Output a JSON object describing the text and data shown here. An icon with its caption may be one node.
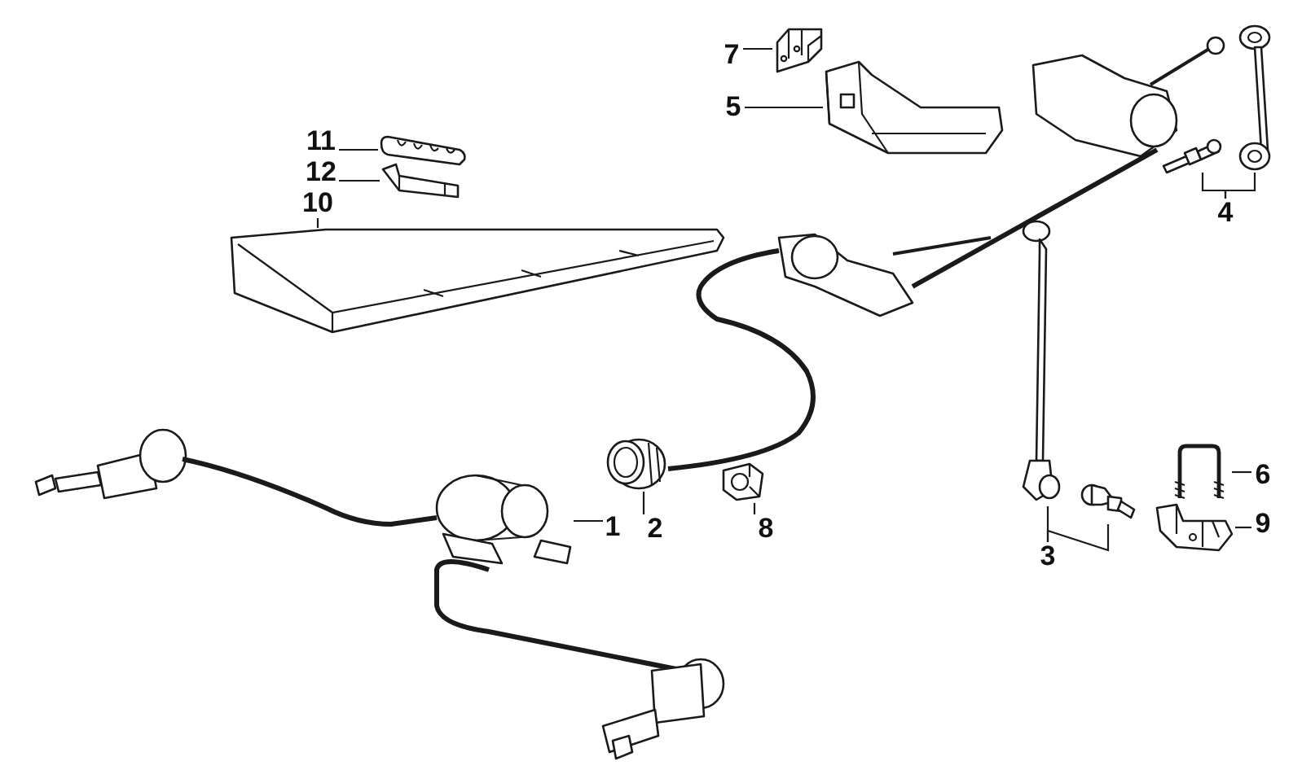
{
  "diagram": {
    "nodes": [
      {
        "text": [
          "7"
        ]
      },
      {
        "text": [],
        "shape": "picture"
      },
      {
        "text": [
          "5"
        ]
      },
      {
        "text": [],
        "shape": "picture"
      },
      {
        "text": [
          "11"
        ]
      },
      {
        "text": [],
        "shape": "picture"
      },
      {
        "text": [
          "12"
        ]
      },
      {
        "text": [],
        "shape": "picture"
      },
      {
        "text": [
          "10"
        ]
      },
      {
        "text": [],
        "shape": "picture"
      },
      {
        "text": [
          "4"
        ]
      },
      {
        "text": [],
        "shape": "picture"
      },
      {
        "text": [],
        "shape": "picture"
      },
      {
        "text": [
          "3"
        ]
      },
      {
        "text": [],
        "shape": "picture"
      },
      {
        "text": [],
        "shape": "picture"
      },
      {
        "text": [
          "6"
        ]
      },
      {
        "text": [],
        "shape": "picture"
      },
      {
        "text": [
          "9"
        ]
      },
      {
        "text": [],
        "shape": "picture"
      },
      {
        "text": [
          "1"
        ]
      },
      {
        "text": [],
        "shape": "picture"
      },
      {
        "text": [
          "2"
        ]
      },
      {
        "text": [],
        "shape": "picture"
      },
      {
        "text": [
          "8"
        ]
      },
      {
        "text": [],
        "shape": "picture"
      }
    ],
    "edges": [
      {
        "from": 0,
        "to": 1,
        "arrow": "none"
      },
      {
        "from": 2,
        "to": 3,
        "arrow": "none"
      },
      {
        "from": 4,
        "to": 5,
        "arrow": "none"
      },
      {
        "from": 6,
        "to": 7,
        "arrow": "none"
      },
      {
        "from": 8,
        "to": 9,
        "arrow": "none"
      },
      {
        "from": 10,
        "to": 11,
        "arrow": "none"
      },
      {
        "from": 10,
        "to": 12,
        "arrow": "none"
      },
      {
        "from": 13,
        "to": 14,
        "arrow": "none"
      },
      {
        "from": 13,
        "to": 15,
        "arrow": "none"
      },
      {
        "from": 16,
        "to": 17,
        "arrow": "none"
      },
      {
        "from": 18,
        "to": 19,
        "arrow": "none"
      },
      {
        "from": 20,
        "to": 21,
        "arrow": "none"
      },
      {
        "from": 22,
        "to": 23,
        "arrow": "none"
      },
      {
        "from": 24,
        "to": 25,
        "arrow": "none"
      }
    ]
  }
}
